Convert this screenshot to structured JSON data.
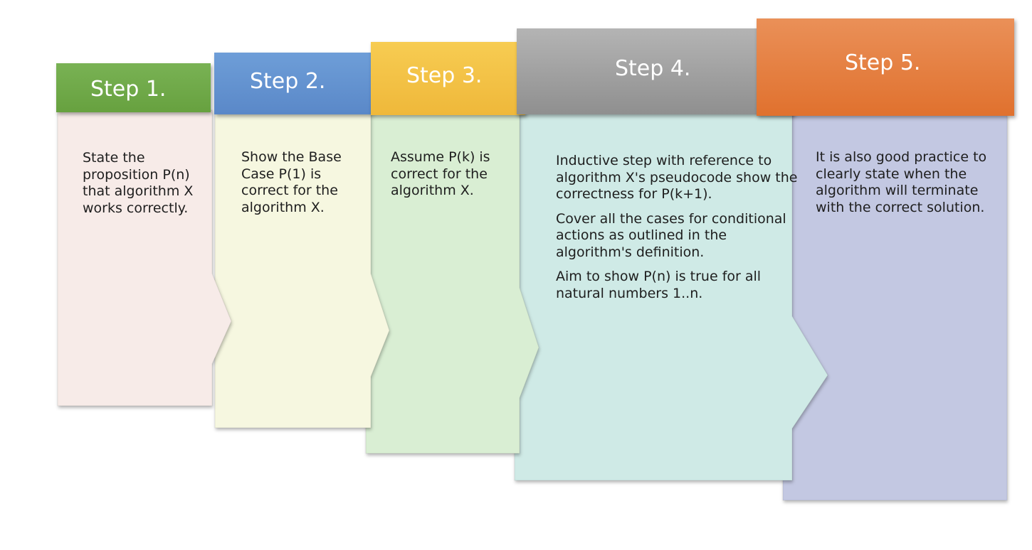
{
  "steps": [
    {
      "title": "Step 1.",
      "color": "#70ad47",
      "body_color": "#f7ebe8",
      "paragraphs": [
        "State the proposition P(n) that algorithm X works correctly."
      ]
    },
    {
      "title": "Step 2.",
      "color": "#5b8fd0",
      "body_color": "#f6f7e0",
      "paragraphs": [
        "Show the Base Case P(1) is correct for the algorithm X."
      ]
    },
    {
      "title": "Step 3.",
      "color": "#f4c143",
      "body_color": "#d9eed3",
      "paragraphs": [
        "Assume P(k) is correct for the algorithm X."
      ]
    },
    {
      "title": "Step 4.",
      "color": "#a5a5a5",
      "body_color": "#cfeae6",
      "paragraphs": [
        "Inductive step with reference to algorithm  X's pseudocode show the correctness for P(k+1).",
        "Cover all the cases for conditional actions as outlined in the algorithm's definition.",
        "Aim to show P(n) is true for all natural numbers 1..n."
      ]
    },
    {
      "title": "Step 5.",
      "color": "#e47f3f",
      "body_color": "#c3c8e2",
      "paragraphs": [
        "It is also good practice to clearly state when the algorithm will terminate with the correct solution."
      ]
    }
  ]
}
